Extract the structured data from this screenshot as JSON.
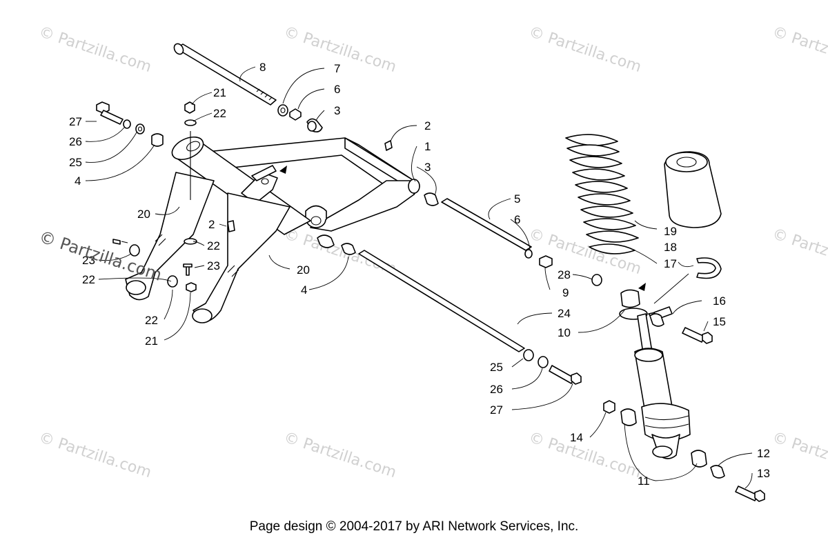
{
  "watermark": "© Partzilla.com",
  "watermark_overlay": "© Partzilla.com",
  "footer": "Page design © 2004-2017 by ARI Network Services, Inc.",
  "callouts": {
    "c1": "1",
    "c2a": "2",
    "c2b": "2",
    "c3a": "3",
    "c3b": "3",
    "c4a": "4",
    "c4b": "4",
    "c5": "5",
    "c6a": "6",
    "c6b": "6",
    "c7": "7",
    "c8": "8",
    "c9": "9",
    "c10": "10",
    "c11": "11",
    "c12": "12",
    "c13": "13",
    "c14": "14",
    "c15": "15",
    "c16": "16",
    "c17": "17",
    "c18": "18",
    "c19": "19",
    "c20a": "20",
    "c20b": "20",
    "c21a": "21",
    "c21b": "21",
    "c22a": "22",
    "c22b": "22",
    "c22c": "22",
    "c22d": "22",
    "c23": "23",
    "c24": "24",
    "c25a": "25",
    "c25b": "25",
    "c26a": "26",
    "c26b": "26",
    "c27a": "27",
    "c27b": "27",
    "c28": "28"
  }
}
